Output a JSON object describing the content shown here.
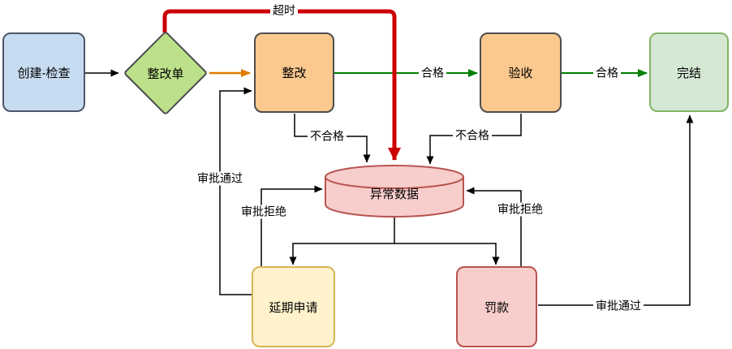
{
  "diagram": {
    "background": "#ffffff",
    "nodes": {
      "create_check": {
        "label": "创建-检查",
        "fill": "#C7DCF1",
        "stroke": "#4D5668",
        "shape": "rounded-rect"
      },
      "rectify_order": {
        "label": "整改单",
        "fill": "#BCE18A",
        "stroke": "#4D4D4D",
        "shape": "diamond"
      },
      "rectify": {
        "label": "整改",
        "fill": "#FBC98E",
        "stroke": "#4D4D4D",
        "shape": "rounded-rect"
      },
      "accept": {
        "label": "验收",
        "fill": "#FBC98E",
        "stroke": "#4D4D4D",
        "shape": "rounded-rect"
      },
      "complete": {
        "label": "完结",
        "fill": "#D5E8D4",
        "stroke": "#82B366",
        "shape": "rounded-rect"
      },
      "abnormal_data": {
        "label": "异常数据",
        "fill": "#F8CECC",
        "stroke": "#B85450",
        "shape": "cylinder"
      },
      "extension_request": {
        "label": "延期申请",
        "fill": "#FFF2CC",
        "stroke": "#D6B656",
        "shape": "rounded-rect"
      },
      "fine": {
        "label": "罚款",
        "fill": "#F8CECC",
        "stroke": "#B85450",
        "shape": "rounded-rect"
      }
    },
    "edge_labels": {
      "timeout": "超时",
      "pass_1": "合格",
      "pass_2": "合格",
      "fail_1": "不合格",
      "fail_2": "不合格",
      "approve_left": "审批通过",
      "reject_left": "审批拒绝",
      "reject_right": "审批拒绝",
      "approve_right": "审批通过"
    },
    "edge_colors": {
      "default": "#000000",
      "pass": "#008000",
      "decision": "#E07B00",
      "timeout": "#CC0000"
    },
    "edges": [
      {
        "from": "create_check",
        "to": "rectify_order",
        "label": ""
      },
      {
        "from": "rectify_order",
        "to": "rectify",
        "label": ""
      },
      {
        "from": "rectify",
        "to": "accept",
        "label": "合格"
      },
      {
        "from": "accept",
        "to": "complete",
        "label": "合格"
      },
      {
        "from": "rectify_order",
        "to": "abnormal_data",
        "label": "超时"
      },
      {
        "from": "rectify",
        "to": "abnormal_data",
        "label": "不合格"
      },
      {
        "from": "accept",
        "to": "abnormal_data",
        "label": "不合格"
      },
      {
        "from": "abnormal_data",
        "to": "extension_request",
        "label": ""
      },
      {
        "from": "abnormal_data",
        "to": "fine",
        "label": ""
      },
      {
        "from": "extension_request",
        "to": "rectify",
        "label": "审批通过"
      },
      {
        "from": "extension_request",
        "to": "abnormal_data",
        "label": "审批拒绝"
      },
      {
        "from": "fine",
        "to": "abnormal_data",
        "label": "审批拒绝"
      },
      {
        "from": "fine",
        "to": "complete",
        "label": "审批通过"
      }
    ]
  }
}
